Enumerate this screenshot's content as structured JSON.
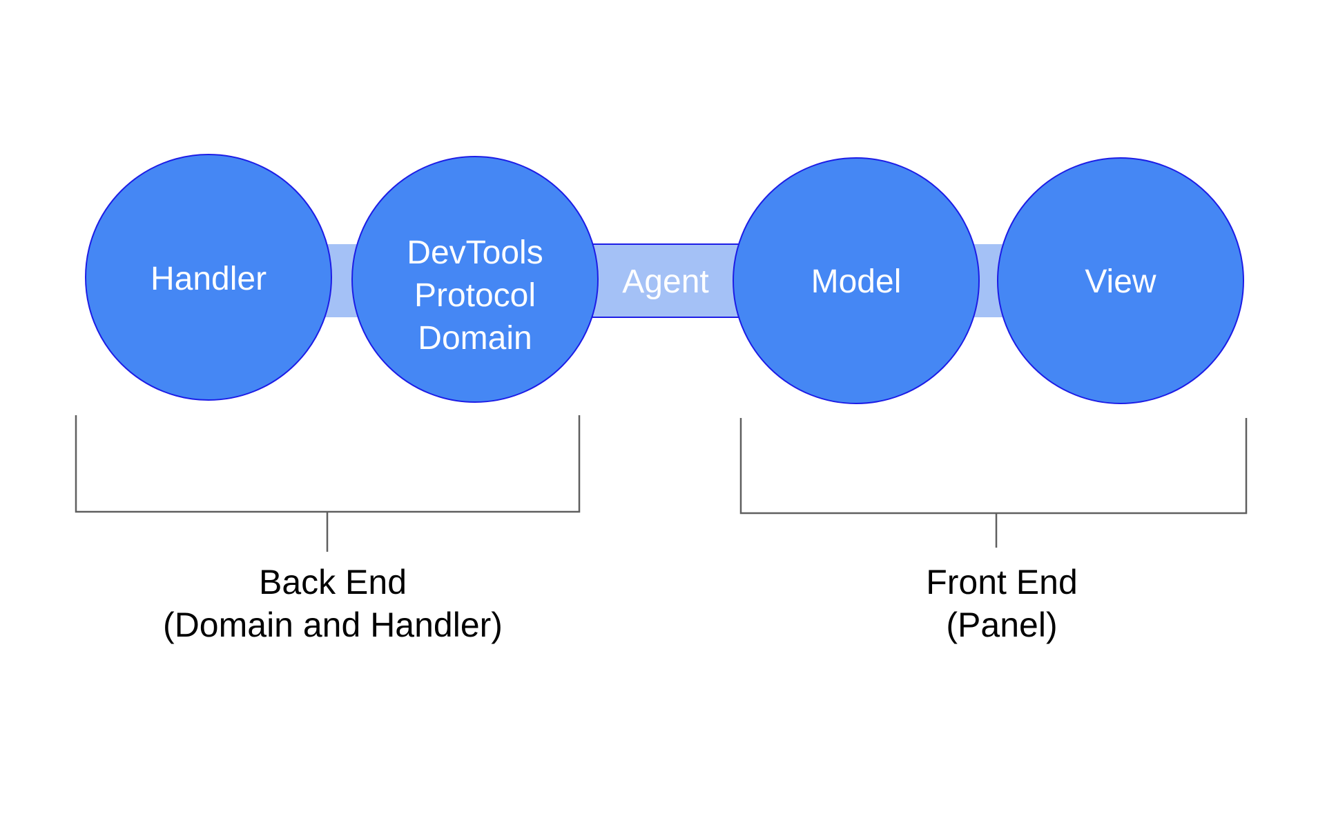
{
  "colors": {
    "node_fill": "#4587f4",
    "node_stroke": "#1c1ce6",
    "connector_fill": "#a4c1f6",
    "node_text": "#ffffff",
    "bracket_stroke": "#5f5f5f",
    "label_text": "#000000"
  },
  "nodes": {
    "handler": "Handler",
    "devtools_protocol_domain": [
      "DevTools",
      "Protocol",
      "Domain"
    ],
    "model": "Model",
    "view": "View"
  },
  "connectors": {
    "agent": "Agent"
  },
  "groups": {
    "back_end": [
      "Back End",
      "(Domain and Handler)"
    ],
    "front_end": [
      "Front End",
      "(Panel)"
    ]
  }
}
